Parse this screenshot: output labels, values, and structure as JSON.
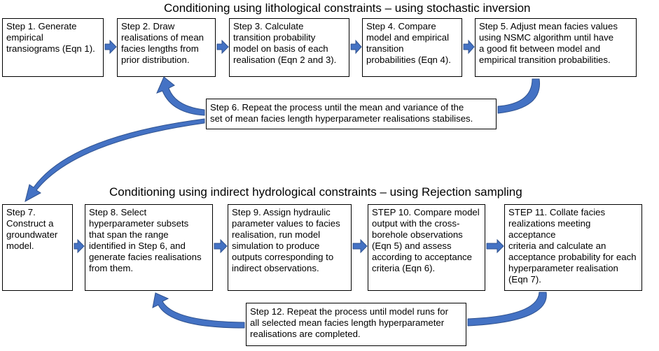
{
  "section1": {
    "title": "Conditioning using lithological constraints – using stochastic inversion",
    "steps": [
      "Step 1. Generate\nempirical\ntransiograms (Eqn 1).",
      "Step 2. Draw\nrealisations of mean\nfacies lengths from\nprior distribution.",
      "Step 3. Calculate\ntransition probability\nmodel on basis of each\nrealisation (Eqn 2 and 3).",
      "Step 4. Compare\nmodel and empirical\ntransition\nprobabilities (Eqn 4).",
      "Step 5. Adjust mean facies values\nusing NSMC algorithm until have\na good fit between model and\nempirical transition probabilities."
    ],
    "repeat": "Step 6. Repeat the process until the mean and variance of the\nset of mean facies length hyperparameter realisations stabilises."
  },
  "section2": {
    "title": "Conditioning using indirect hydrological constraints – using Rejection sampling",
    "steps": [
      "Step 7.\nConstruct a\ngroundwater\nmodel.",
      "Step 8. Select\nhyperparameter subsets\nthat span the range\nidentified in Step 6, and\ngenerate facies realisations\nfrom them.",
      "Step 9. Assign hydraulic\nparameter values to facies\nrealisation, run model\nsimulation to produce\noutputs corresponding to\nindirect observations.",
      "STEP 10. Compare model\noutput with the cross-\nborehole observations\n(Eqn 5) and assess\naccording to acceptance\ncriteria (Eqn 6).",
      "STEP 11. Collate facies\nrealizations meeting acceptance\ncriteria and calculate an\nacceptance probability for each\nhyperparameter realisation\n(Eqn 7)."
    ],
    "repeat": "Step 12. Repeat the process until model runs for\nall selected mean facies length hyperparameter\nrealisations are completed."
  },
  "colors": {
    "arrow_fill": "#4472C4",
    "arrow_edge": "#2F528F",
    "box_border": "#000000"
  }
}
